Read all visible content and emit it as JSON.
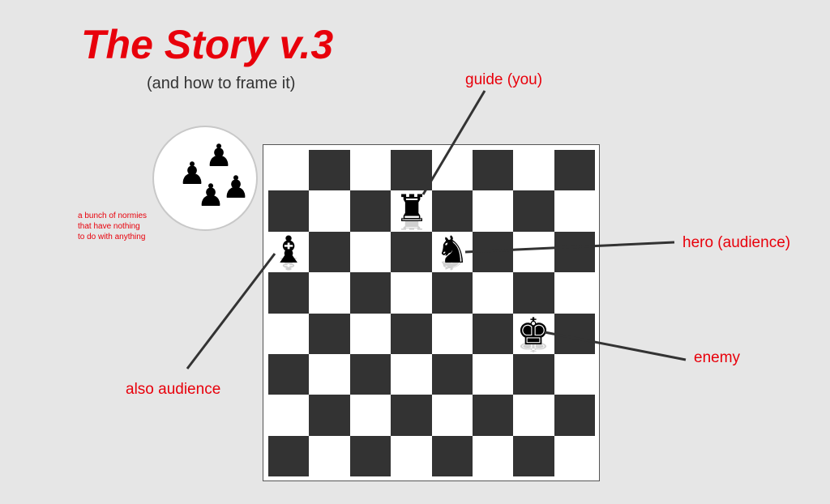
{
  "title": "The Story v.3",
  "subtitle": "(and how to frame it)",
  "labels": {
    "guide": "guide (you)",
    "hero": "hero (audience)",
    "enemy": "enemy",
    "also_audience": "also audience"
  },
  "normies_note": [
    "a bunch of normies",
    "that have nothing",
    "to do with anything"
  ],
  "colors": {
    "accent": "#e8000b",
    "dark_square": "#333333",
    "light_square": "#ffffff",
    "background": "#e6e6e6"
  },
  "icons": {
    "rook": "♜",
    "knight": "♞",
    "bishop": "♝",
    "king": "♚",
    "pawn": "♟"
  }
}
